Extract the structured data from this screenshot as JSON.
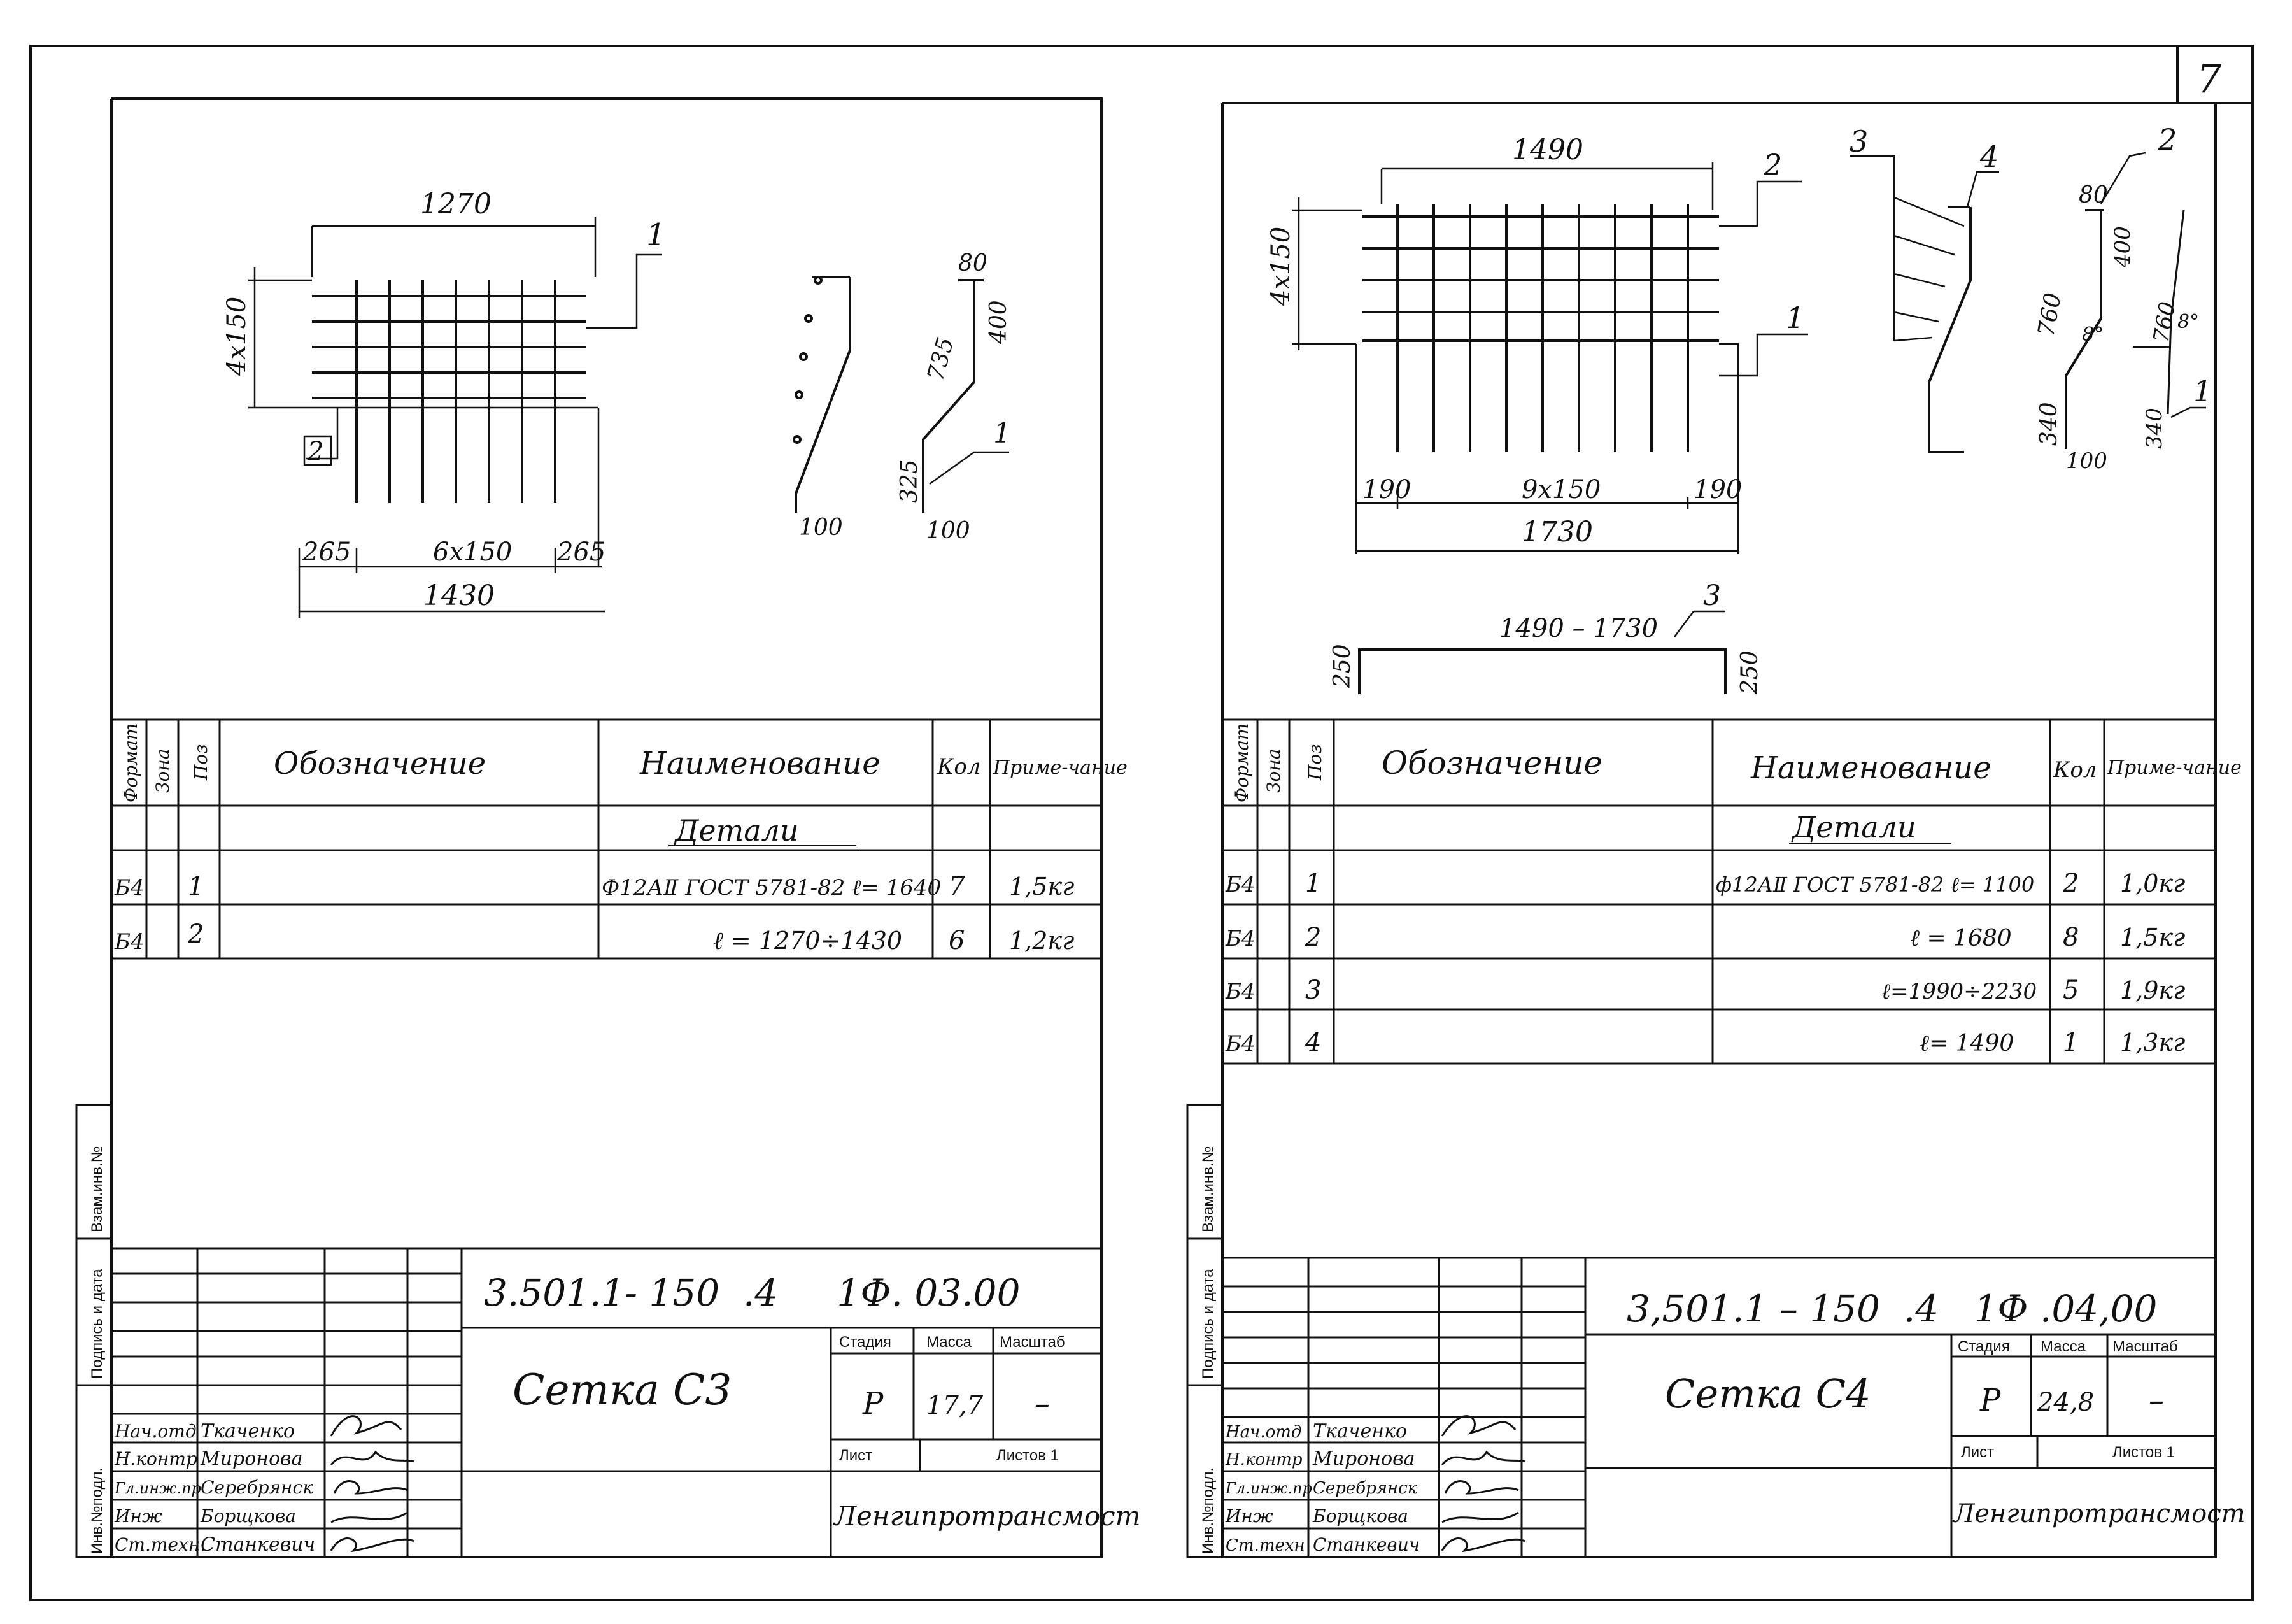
{
  "page_number": "7",
  "side_stamps": [
    "Инв.№подл.",
    "Подпись и дата",
    "Взам.инв.№"
  ],
  "sheets": [
    {
      "dims": {
        "top_width": "1270",
        "height": "4x150",
        "left_offset": "265",
        "mid_spacing": "6x150",
        "right_offset": "265",
        "bottom_width": "1430",
        "callout_1": "1",
        "callout_2": "2",
        "profile_top": "80",
        "profile_upper": "400",
        "profile_slope": "735",
        "profile_lower": "325",
        "profile_foot": "100",
        "profile_callout": "1",
        "bar_foot": "100"
      },
      "spec": {
        "headers": {
          "format": "Формат",
          "zone": "Зона",
          "pos": "Поз",
          "designation": "Обозначение",
          "name": "Наименование",
          "qty": "Кол",
          "note": "Приме-чание"
        },
        "section": "Детали",
        "rows": [
          {
            "format": "Б4",
            "pos": "1",
            "name": "Ф12АⅡ ГОСТ 5781-82 ℓ= 1640",
            "qty": "7",
            "note": "1,5кг"
          },
          {
            "format": "Б4",
            "pos": "2",
            "name": "ℓ = 1270÷1430",
            "qty": "6",
            "note": "1,2кг"
          }
        ]
      },
      "title": {
        "code": "3.501.1- 150  .4     1Ф. 03.00",
        "name": "Сетка С3",
        "stage_label": "Стадия",
        "mass_label": "Масса",
        "scale_label": "Масштаб",
        "stage": "Р",
        "mass": "17,7",
        "scale": "–",
        "sheet_label": "Лист",
        "sheets_label": "Листов 1",
        "org": "Ленгипротрансмост",
        "staff": [
          {
            "role": "Нач.отд",
            "name": "Ткаченко"
          },
          {
            "role": "Н.контр",
            "name": "Миронова"
          },
          {
            "role": "Гл.инж.пр",
            "name": "Серебрянск"
          },
          {
            "role": "Инж",
            "name": "Борщкова"
          },
          {
            "role": "Ст.техн.",
            "name": "Станкевич"
          }
        ]
      }
    },
    {
      "dims": {
        "top_width": "1490",
        "height": "4x150",
        "left_offset": "190",
        "mid_spacing": "9x150",
        "right_offset": "190",
        "bottom_width": "1730",
        "callout_1": "1",
        "callout_2": "2",
        "callout_3": "3",
        "callout_4": "4",
        "profile_top": "80",
        "profile_upper": "400",
        "profile_slope": "760",
        "profile_angle": "8°",
        "profile_lower": "340",
        "profile_foot": "100",
        "profile_callout_2": "2",
        "profile_callout_1": "1",
        "bar3_len": "1490 – 1730",
        "bar3_left": "250",
        "bar3_right": "250",
        "bar3_callout": "3"
      },
      "spec": {
        "headers": {
          "format": "Формат",
          "zone": "Зона",
          "pos": "Поз",
          "designation": "Обозначение",
          "name": "Наименование",
          "qty": "Кол",
          "note": "Приме-чание"
        },
        "section": "Детали",
        "rows": [
          {
            "format": "Б4",
            "pos": "1",
            "name": "ф12АⅡ ГОСТ 5781-82 ℓ= 1100",
            "qty": "2",
            "note": "1,0кг"
          },
          {
            "format": "Б4",
            "pos": "2",
            "name": "ℓ = 1680",
            "qty": "8",
            "note": "1,5кг"
          },
          {
            "format": "Б4",
            "pos": "3",
            "name": "ℓ=1990÷2230",
            "qty": "5",
            "note": "1,9кг"
          },
          {
            "format": "Б4",
            "pos": "4",
            "name": "ℓ= 1490",
            "qty": "1",
            "note": "1,3кг"
          }
        ]
      },
      "title": {
        "code": "3,501.1 – 150  .4   1Ф .04,00",
        "name": "Сетка С4",
        "stage_label": "Стадия",
        "mass_label": "Масса",
        "scale_label": "Масштаб",
        "stage": "Р",
        "mass": "24,8",
        "scale": "–",
        "sheet_label": "Лист",
        "sheets_label": "Листов 1",
        "org": "Ленгипротрансмост",
        "staff": [
          {
            "role": "Нач.отд",
            "name": "Ткаченко"
          },
          {
            "role": "Н.контр",
            "name": "Миронова"
          },
          {
            "role": "Гл.инж.пр",
            "name": "Серебрянск"
          },
          {
            "role": "Инж",
            "name": "Борщкова"
          },
          {
            "role": "Ст.техн",
            "name": "Станкевич"
          }
        ]
      }
    }
  ]
}
